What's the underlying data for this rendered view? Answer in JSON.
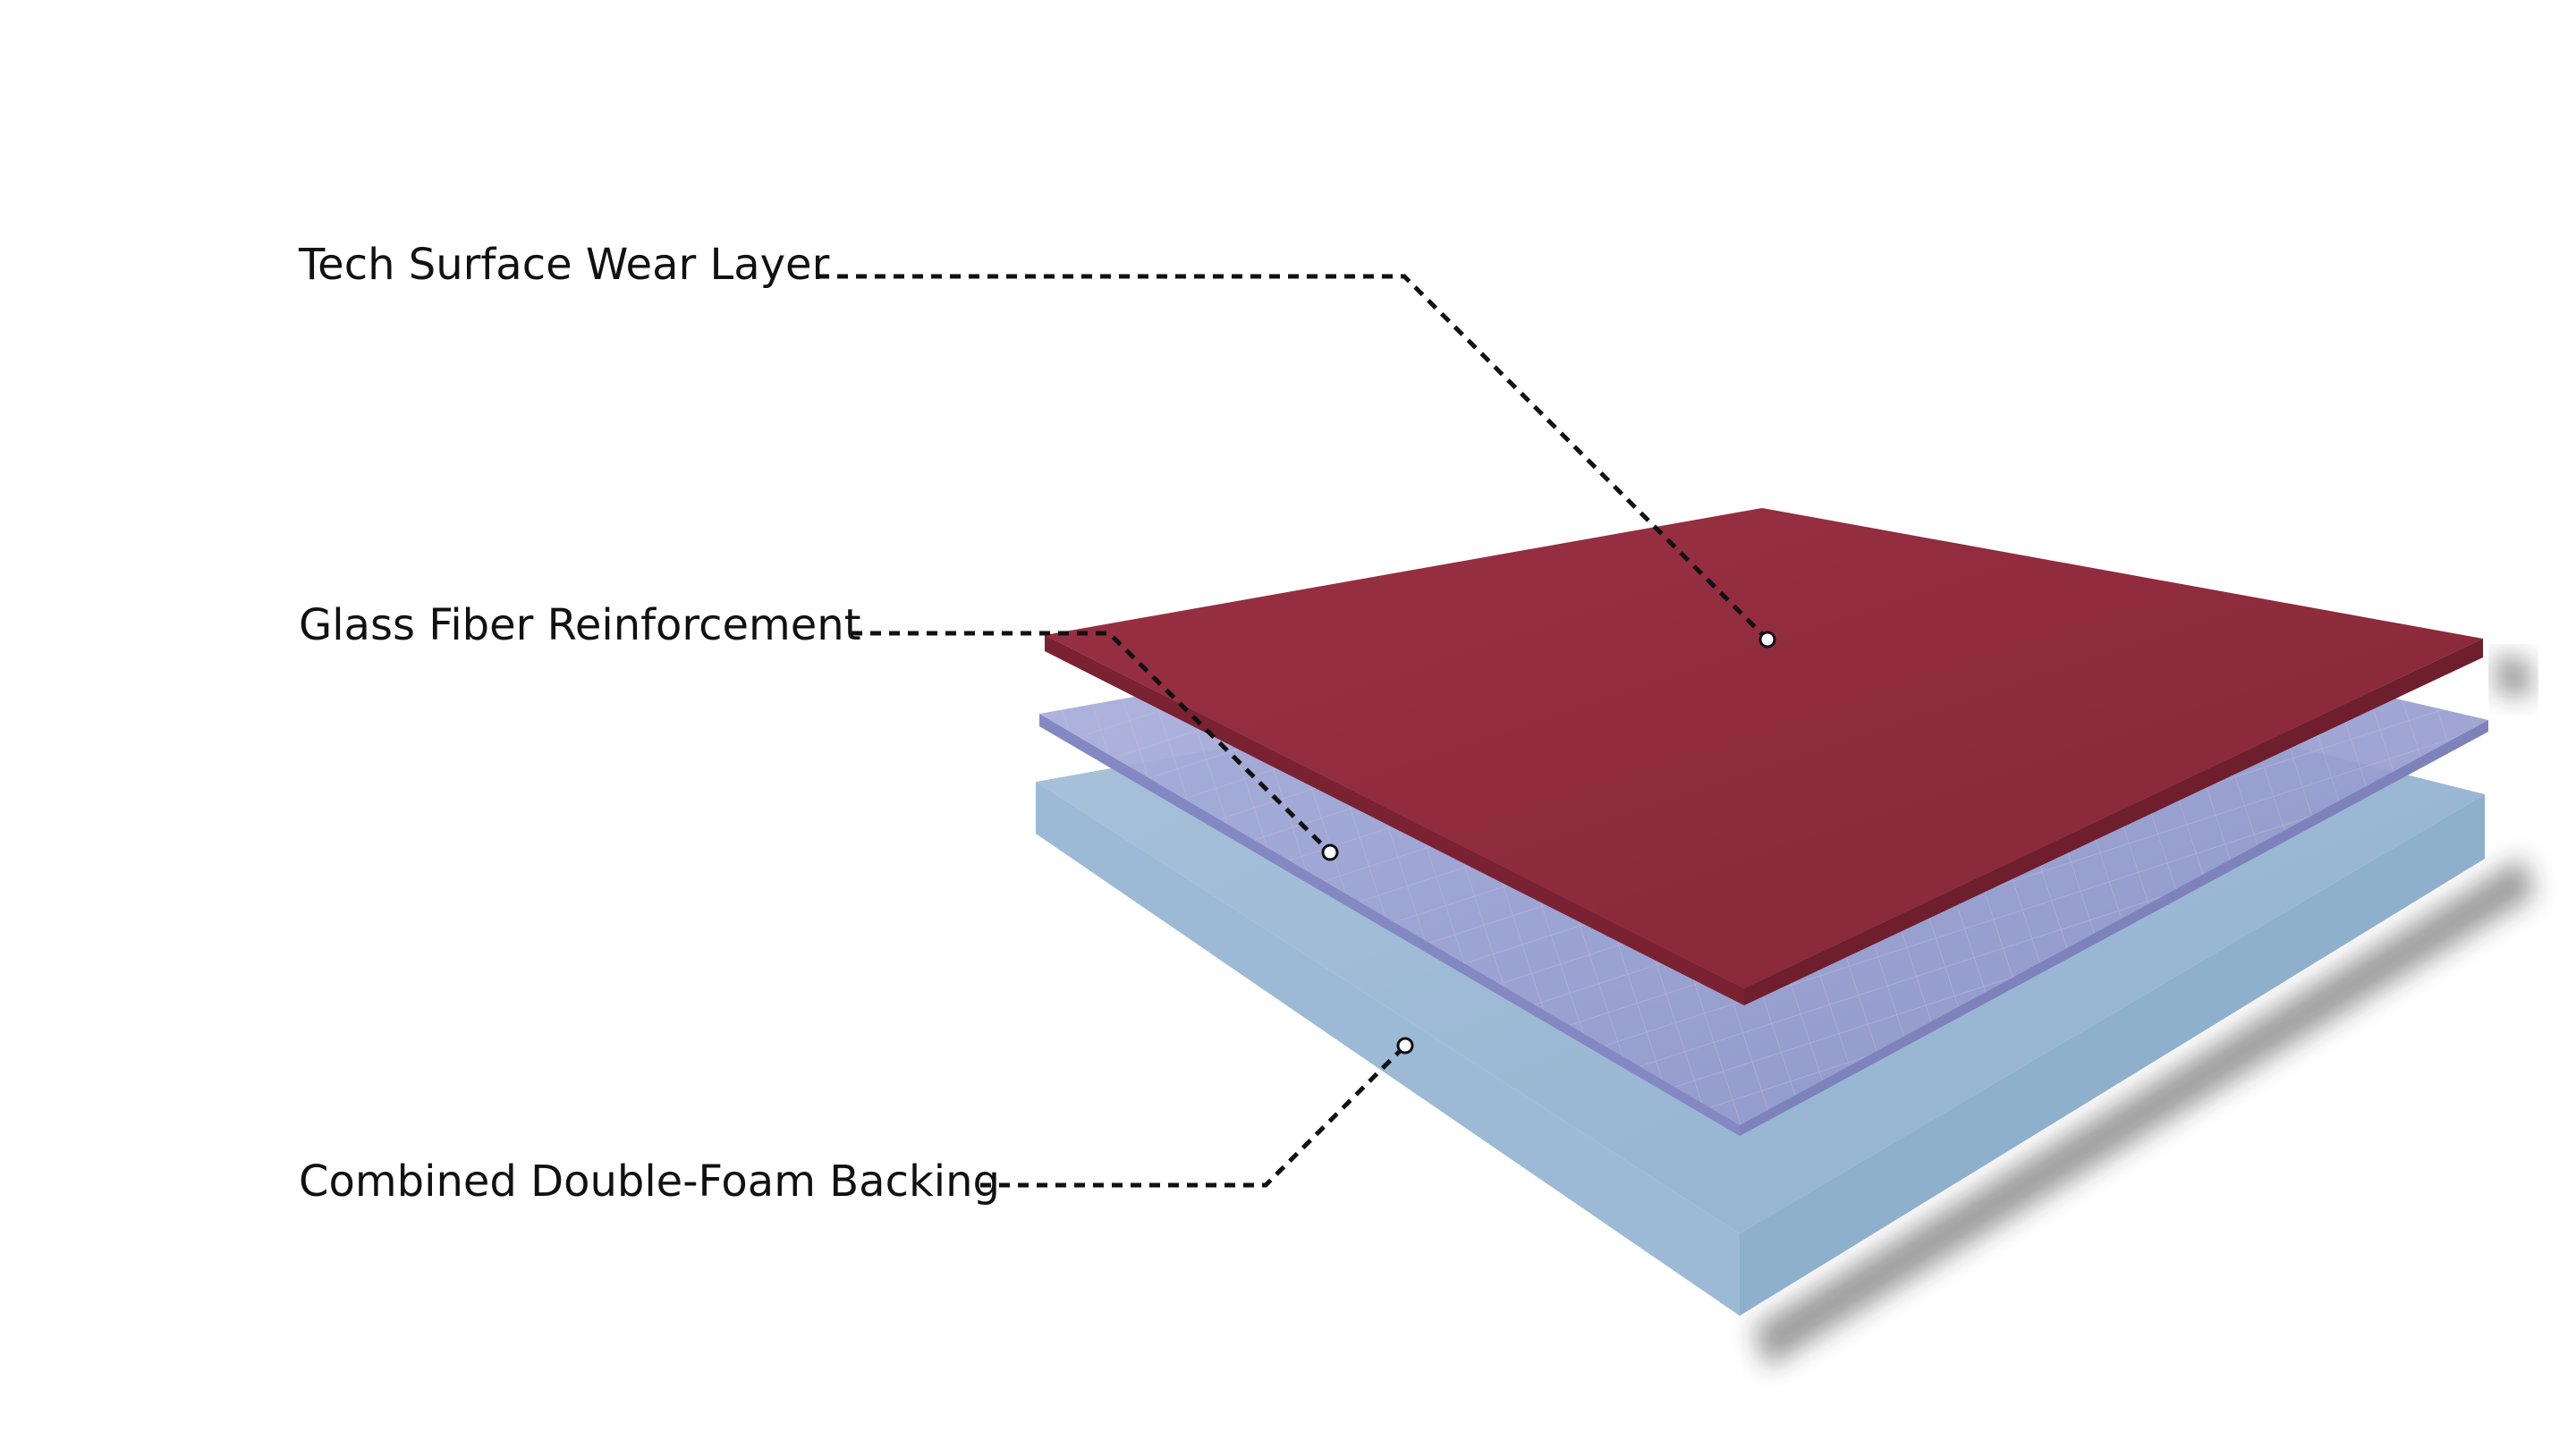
{
  "labels": {
    "wear_layer": "Tech Surface Wear Layer",
    "glass_fiber": "Glass Fiber Reinforcement",
    "foam_backing": "Combined Double-Foam Backing"
  },
  "colors": {
    "wear_layer": "#8e2b3c",
    "glass_fiber": "#9a9fd2",
    "foam_backing": "#9ab9d6",
    "leader_line": "#111111"
  }
}
